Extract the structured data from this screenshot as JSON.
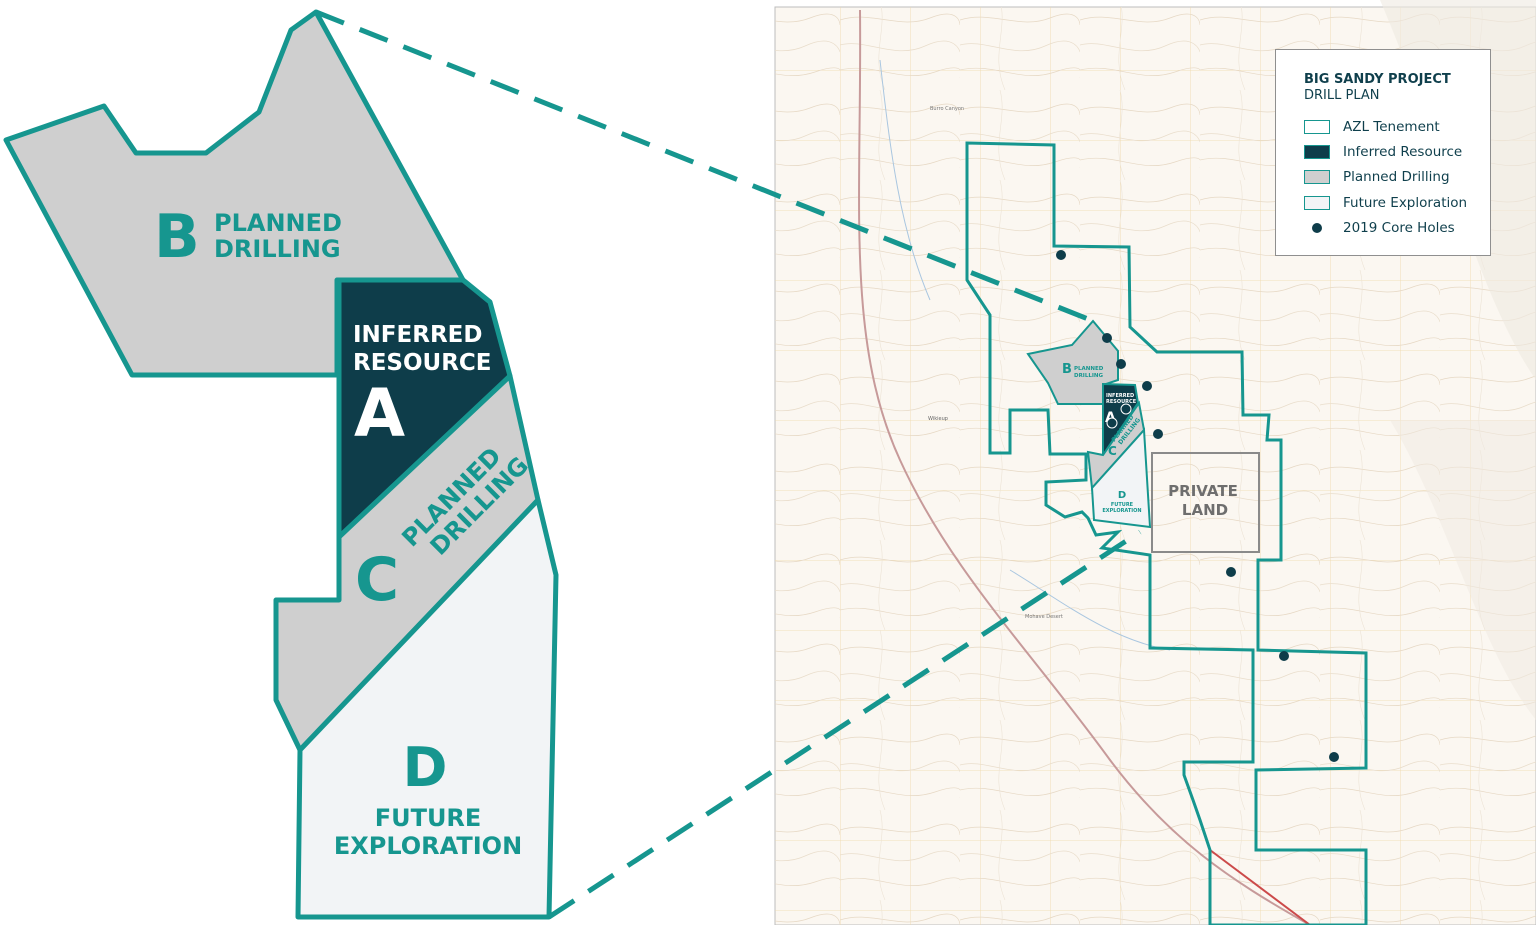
{
  "colors": {
    "teal": "#16968f",
    "navy": "#0e3d4a",
    "planned_fill": "#cfcfcf",
    "future_fill": "#f2f4f6",
    "private_border": "#8a8a8a",
    "private_text": "#6e6e6e",
    "map_bg": "#fbf7f1"
  },
  "zones": {
    "b": {
      "letter": "B",
      "line1": "PLANNED",
      "line2": "DRILLING"
    },
    "a": {
      "letter": "A",
      "line1": "INFERRED",
      "line2": "RESOURCE"
    },
    "c": {
      "letter": "C",
      "line1": "PLANNED",
      "line2": "DRILLING"
    },
    "d": {
      "letter": "D",
      "line1": "FUTURE",
      "line2": "EXPLORATION"
    }
  },
  "private_land": {
    "line1": "PRIVATE",
    "line2": "LAND"
  },
  "legend": {
    "title": "BIG SANDY PROJECT",
    "subtitle": "DRILL PLAN",
    "items": [
      {
        "label": "AZL Tenement",
        "swatch": "tenement-swatch"
      },
      {
        "label": "Inferred Resource",
        "swatch": "inferred-swatch"
      },
      {
        "label": "Planned Drilling",
        "swatch": "planned-swatch"
      },
      {
        "label": "Future Exploration",
        "swatch": "future-swatch"
      },
      {
        "label": "2019 Core Holes",
        "swatch": "core-hole-dot-icon"
      }
    ]
  },
  "map_places": {
    "wikieup": "Wikieup",
    "burro_canyon": "Burro Canyon",
    "mohave_desert": "Mohave Desert"
  }
}
